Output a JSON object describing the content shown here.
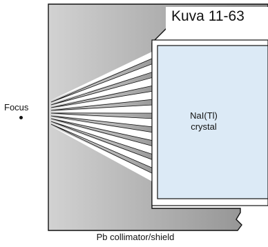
{
  "figure_label": "Kuva 11-63",
  "labels": {
    "focus": "Focus",
    "crystal_line1": "NaI(Tl)",
    "crystal_line2": "crystal",
    "collimator": "Pb collimator/shield"
  },
  "colors": {
    "shield_dark": "#8e8e8e",
    "shield_light": "#d2d2d2",
    "crystal_fill": "#dceaf6",
    "outline": "#111111"
  }
}
